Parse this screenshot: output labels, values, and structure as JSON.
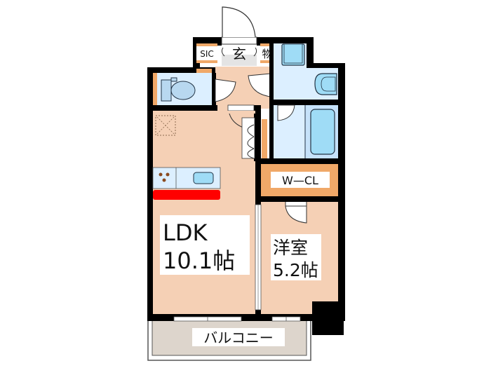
{
  "floorplan": {
    "rooms": {
      "ldk": {
        "name": "LDK",
        "size": "10.1帖"
      },
      "western": {
        "name": "洋室",
        "size": "5.2帖"
      },
      "walk_in_closet": {
        "name": "W—CL"
      },
      "entrance": {
        "name": "玄"
      },
      "shoe_closet": {
        "name": "SIC"
      },
      "storage": {
        "name": "物"
      },
      "balcony": {
        "name": "バルコニー"
      }
    },
    "colors": {
      "wall": "#000000",
      "floor": "#f5d0b5",
      "wet_area": "#dcefff",
      "closet": "#f0a868",
      "fixture": "#9fdcf6",
      "kitchen_counter": "#ff0000",
      "balcony": "#ddd5cc",
      "entrance_floor": "#e0e0e0",
      "stove_burner": "#8a4a20"
    }
  }
}
